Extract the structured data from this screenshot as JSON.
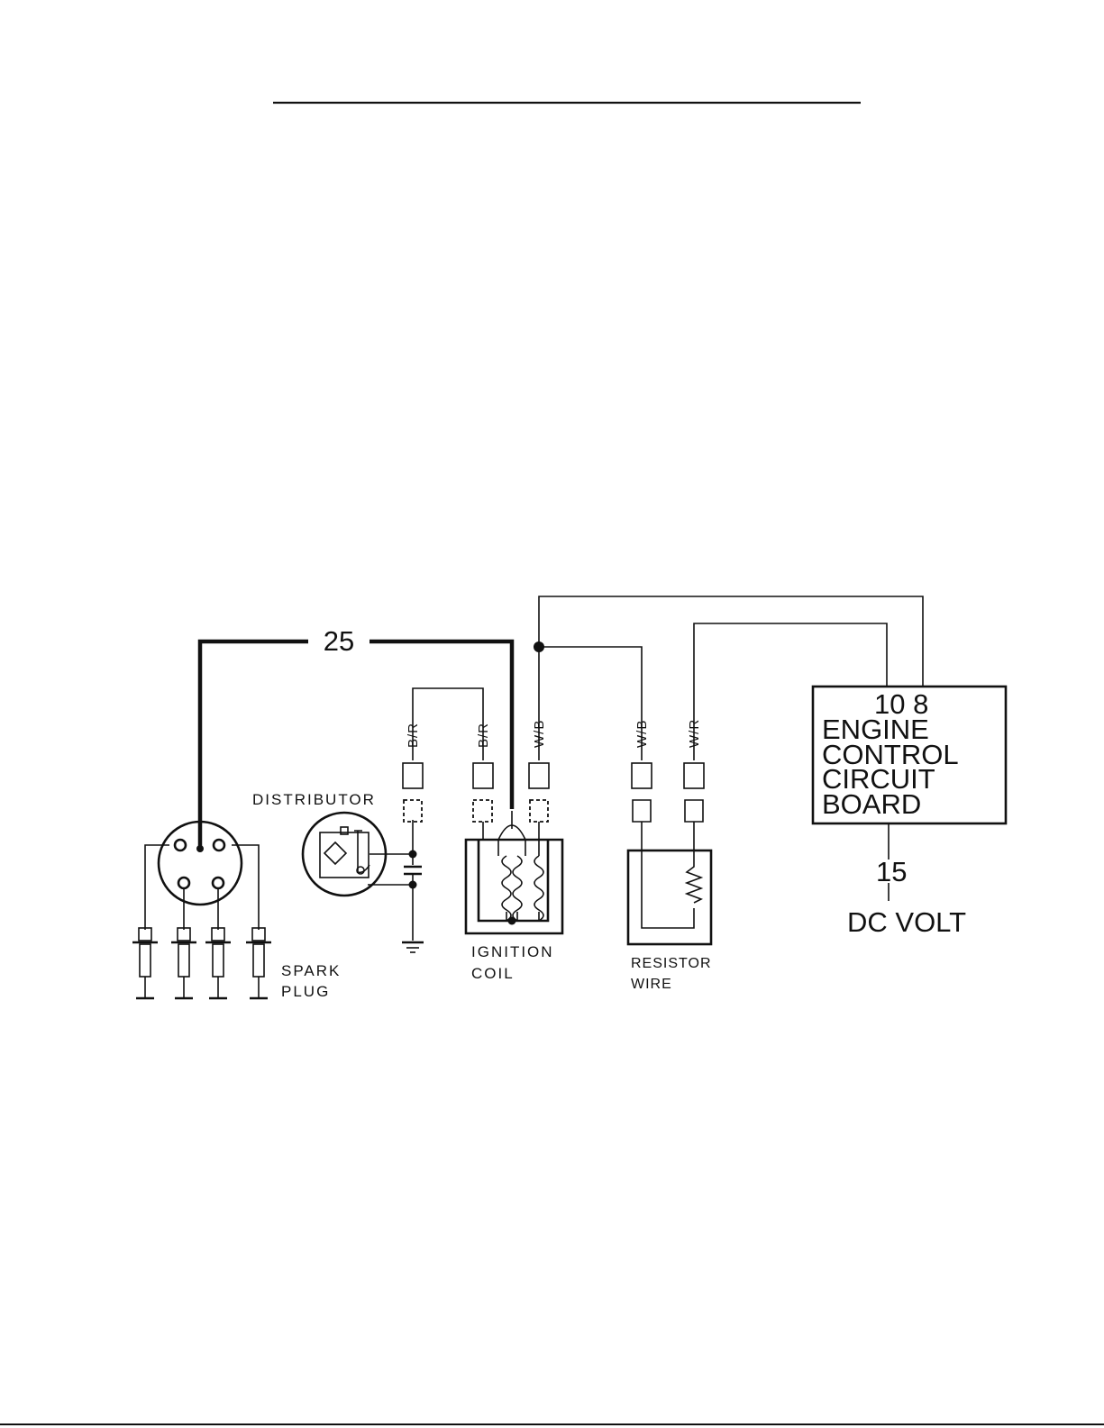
{
  "labels": {
    "wire_25": "25",
    "distributor": "DISTRIBUTOR",
    "spark_plug_1": "SPARK",
    "spark_plug_2": "PLUG",
    "ignition_coil_1": "IGNITION",
    "ignition_coil_2": "COIL",
    "resistor_wire_1": "RESISTOR",
    "resistor_wire_2": "WIRE",
    "ecm_pins": "10 8",
    "ecm_1": "ENGINE",
    "ecm_2": "CONTROL",
    "ecm_3": "CIRCUIT",
    "ecm_4": "BOARD",
    "power_pin": "15",
    "power": "DC VOLT"
  },
  "wire_colors": [
    "B/R",
    "B/R",
    "W/B",
    "W/B",
    "W/R"
  ]
}
